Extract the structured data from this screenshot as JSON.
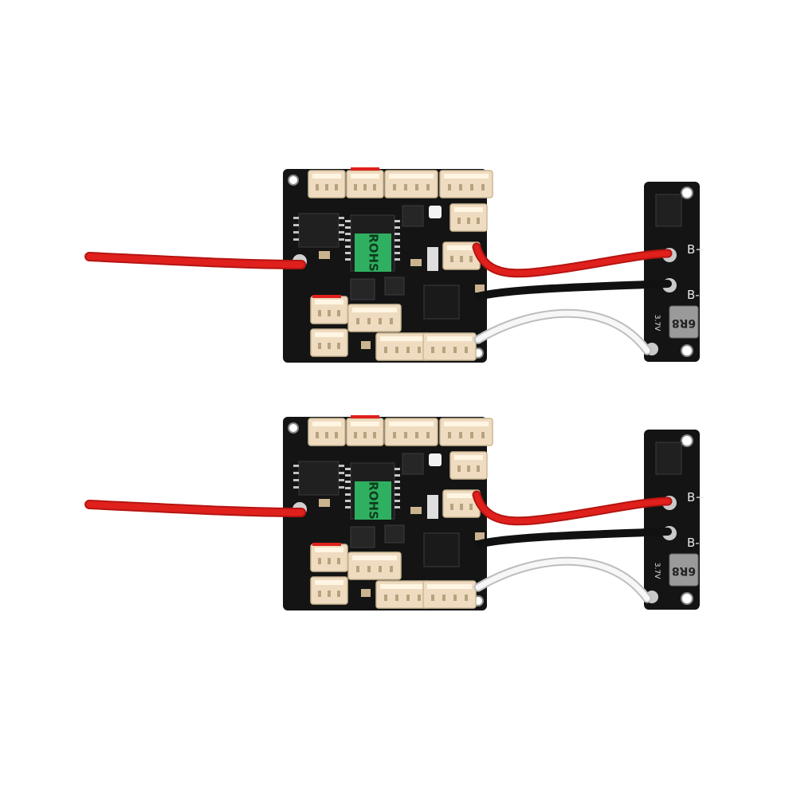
{
  "image": {
    "subject": "Two PCB modules with wires",
    "background_color": "#ffffff"
  },
  "modules": [
    {
      "main_board": {
        "chip_marking": "ROHS"
      },
      "charge_board": {
        "label_bplus": "B+",
        "label_bminus": "B-",
        "voltage_label": "3.7V",
        "inductor_marking": "6R8"
      },
      "wires": [
        "red",
        "red",
        "black",
        "white"
      ]
    },
    {
      "main_board": {
        "chip_marking": "ROHS"
      },
      "charge_board": {
        "label_bplus": "B+",
        "label_bminus": "B-",
        "voltage_label": "3.7V",
        "inductor_marking": "6R8"
      },
      "wires": [
        "red",
        "red",
        "black",
        "white"
      ]
    }
  ],
  "colors": {
    "pcb": "#141414",
    "connector": "#efdcc0",
    "rohs_sticker": "#2fb060",
    "wire_red": "#e0201c",
    "wire_black": "#111111",
    "wire_white": "#f4f4f4",
    "pad": "#c9c9c9"
  }
}
